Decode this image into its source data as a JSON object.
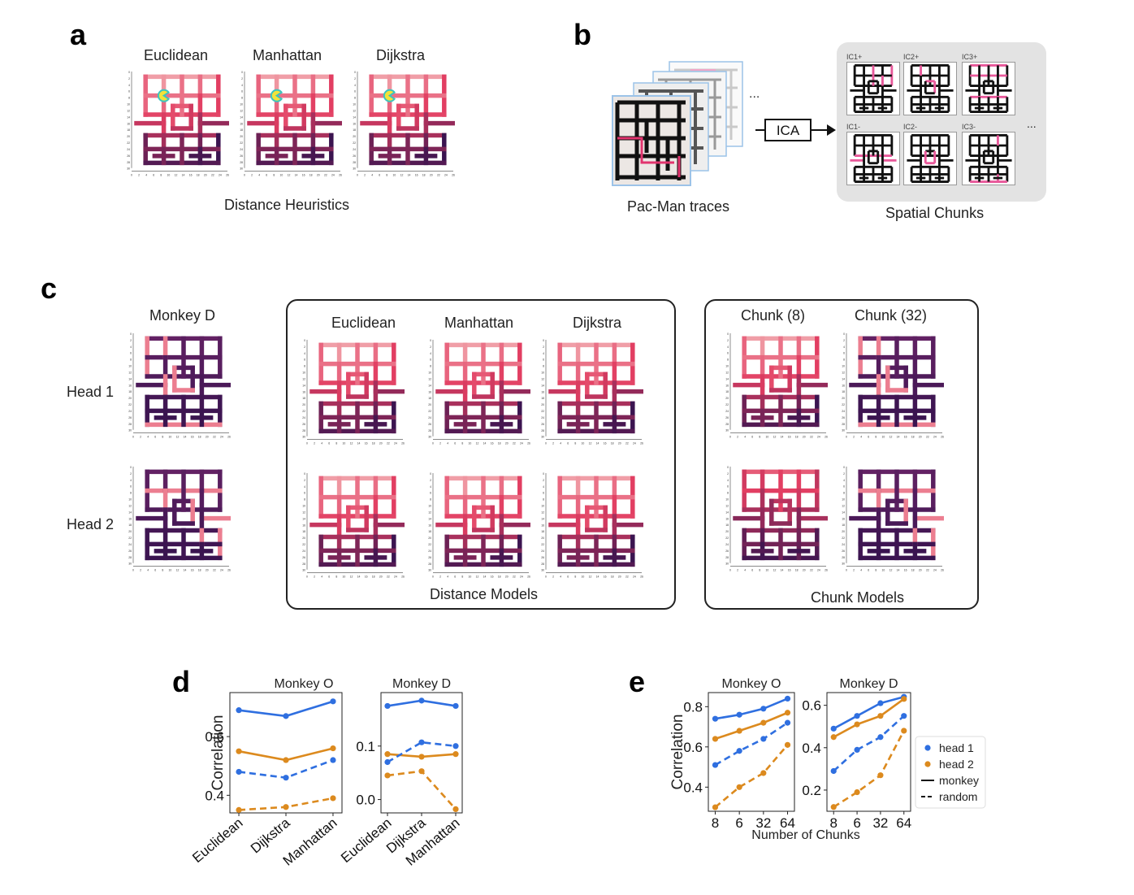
{
  "panels": {
    "a": {
      "letter": "a",
      "titles": [
        "Euclidean",
        "Manhattan",
        "Dijkstra"
      ],
      "caption": "Distance Heuristics"
    },
    "b": {
      "letter": "b",
      "traces_caption": "Pac-Man traces",
      "ica_label": "ICA",
      "chunks_caption": "Spatial Chunks",
      "ic_labels": [
        "IC1+",
        "IC2+",
        "IC3+",
        "IC1-",
        "IC2-",
        "IC3-"
      ],
      "ellipsis": "...",
      "dots_label": "..."
    },
    "c": {
      "letter": "c",
      "monkey_title": "Monkey D",
      "head_labels": [
        "Head 1",
        "Head 2"
      ],
      "distance_titles": [
        "Euclidean",
        "Manhattan",
        "Dijkstra"
      ],
      "distance_caption": "Distance Models",
      "chunk_titles": [
        "Chunk (8)",
        "Chunk (32)"
      ],
      "chunk_caption": "Chunk Models"
    },
    "d": {
      "letter": "d"
    },
    "e": {
      "letter": "e"
    }
  },
  "maze_axis": {
    "x_ticks": [
      "0",
      "2",
      "4",
      "6",
      "8",
      "10",
      "12",
      "14",
      "16",
      "18",
      "20",
      "22",
      "24",
      "26"
    ],
    "y_ticks": [
      "0",
      "2",
      "4",
      "6",
      "8",
      "10",
      "12",
      "14",
      "16",
      "18",
      "20",
      "22",
      "24",
      "26",
      "28",
      "30"
    ]
  },
  "colors": {
    "head1": "#2f6fe0",
    "head2": "#dc8a1e",
    "maze_light": "#f0a0a8",
    "maze_mid": "#e0406a",
    "maze_dark": "#3a1450"
  },
  "chart_data": [
    {
      "type": "line",
      "title": "Monkey O",
      "ylabel": "Correlation",
      "categories": [
        "Euclidean",
        "Dijkstra",
        "Manhattan"
      ],
      "ylim": [
        0.34,
        0.75
      ],
      "yticks": [
        0.4,
        0.6
      ],
      "series": [
        {
          "name": "head 1",
          "style": "monkey",
          "values": [
            0.69,
            0.67,
            0.72
          ]
        },
        {
          "name": "head 2",
          "style": "monkey",
          "values": [
            0.55,
            0.52,
            0.56
          ]
        },
        {
          "name": "head 1",
          "style": "random",
          "values": [
            0.48,
            0.46,
            0.52
          ]
        },
        {
          "name": "head 2",
          "style": "random",
          "values": [
            0.35,
            0.36,
            0.39
          ]
        }
      ]
    },
    {
      "type": "line",
      "title": "Monkey D",
      "categories": [
        "Euclidean",
        "Dijkstra",
        "Manhattan"
      ],
      "ylim": [
        -0.025,
        0.2
      ],
      "yticks": [
        0.0,
        0.1
      ],
      "series": [
        {
          "name": "head 1",
          "style": "monkey",
          "values": [
            0.175,
            0.185,
            0.175
          ]
        },
        {
          "name": "head 2",
          "style": "monkey",
          "values": [
            0.085,
            0.08,
            0.085
          ]
        },
        {
          "name": "head 1",
          "style": "random",
          "values": [
            0.07,
            0.107,
            0.1
          ]
        },
        {
          "name": "head 2",
          "style": "random",
          "values": [
            0.045,
            0.053,
            -0.018
          ]
        }
      ]
    },
    {
      "type": "line",
      "title": "Monkey O",
      "ylabel": "Correlation",
      "xlabel": "Number of Chunks",
      "categories": [
        "8",
        "6",
        "32",
        "64"
      ],
      "ylim": [
        0.28,
        0.87
      ],
      "yticks": [
        0.4,
        0.6,
        0.8
      ],
      "series": [
        {
          "name": "head 1",
          "style": "monkey",
          "values": [
            0.74,
            0.76,
            0.79,
            0.84
          ]
        },
        {
          "name": "head 2",
          "style": "monkey",
          "values": [
            0.64,
            0.68,
            0.72,
            0.77
          ]
        },
        {
          "name": "head 1",
          "style": "random",
          "values": [
            0.51,
            0.58,
            0.64,
            0.72
          ]
        },
        {
          "name": "head 2",
          "style": "random",
          "values": [
            0.3,
            0.4,
            0.47,
            0.61
          ]
        }
      ]
    },
    {
      "type": "line",
      "title": "Monkey D",
      "categories": [
        "8",
        "6",
        "32",
        "64"
      ],
      "ylim": [
        0.1,
        0.66
      ],
      "yticks": [
        0.2,
        0.4,
        0.6
      ],
      "legend": {
        "position": "right",
        "entries": [
          "head 1",
          "head 2",
          "monkey",
          "random"
        ]
      },
      "series": [
        {
          "name": "head 1",
          "style": "monkey",
          "values": [
            0.49,
            0.55,
            0.61,
            0.64
          ]
        },
        {
          "name": "head 2",
          "style": "monkey",
          "values": [
            0.45,
            0.51,
            0.55,
            0.63
          ]
        },
        {
          "name": "head 1",
          "style": "random",
          "values": [
            0.29,
            0.39,
            0.45,
            0.55
          ]
        },
        {
          "name": "head 2",
          "style": "random",
          "values": [
            0.12,
            0.19,
            0.27,
            0.48
          ]
        }
      ]
    }
  ]
}
